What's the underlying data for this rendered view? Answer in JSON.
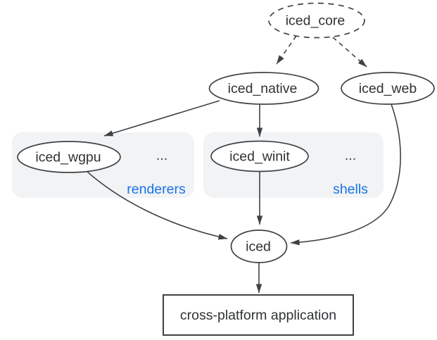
{
  "diagram": {
    "nodes": {
      "iced_core": {
        "label": "iced_core",
        "shape": "ellipse",
        "border": "dashed"
      },
      "iced_native": {
        "label": "iced_native",
        "shape": "ellipse",
        "border": "solid"
      },
      "iced_web": {
        "label": "iced_web",
        "shape": "ellipse",
        "border": "solid"
      },
      "iced_wgpu": {
        "label": "iced_wgpu",
        "shape": "ellipse",
        "border": "solid"
      },
      "iced_winit": {
        "label": "iced_winit",
        "shape": "ellipse",
        "border": "solid"
      },
      "iced": {
        "label": "iced",
        "shape": "ellipse",
        "border": "solid"
      },
      "application": {
        "label": "cross-platform application",
        "shape": "rectangle",
        "border": "solid"
      }
    },
    "groups": {
      "renderers": {
        "label": "renderers",
        "ellipsis": "...",
        "contains": [
          "iced_wgpu"
        ]
      },
      "shells": {
        "label": "shells",
        "ellipsis": "...",
        "contains": [
          "iced_winit"
        ]
      }
    },
    "edges": [
      {
        "from": "iced_core",
        "to": "iced_native",
        "style": "dashed"
      },
      {
        "from": "iced_core",
        "to": "iced_web",
        "style": "dashed"
      },
      {
        "from": "iced_native",
        "to": "iced_wgpu",
        "style": "solid"
      },
      {
        "from": "iced_native",
        "to": "iced_winit",
        "style": "solid"
      },
      {
        "from": "iced_wgpu",
        "to": "iced",
        "style": "solid"
      },
      {
        "from": "iced_winit",
        "to": "iced",
        "style": "solid"
      },
      {
        "from": "iced_web",
        "to": "iced",
        "style": "solid"
      },
      {
        "from": "iced",
        "to": "application",
        "style": "solid"
      }
    ],
    "colors": {
      "stroke": "#3f4245",
      "text": "#2f3235",
      "group_fill": "#f1f3f4",
      "group_label": "#1a73e8",
      "background": "#ffffff"
    }
  }
}
